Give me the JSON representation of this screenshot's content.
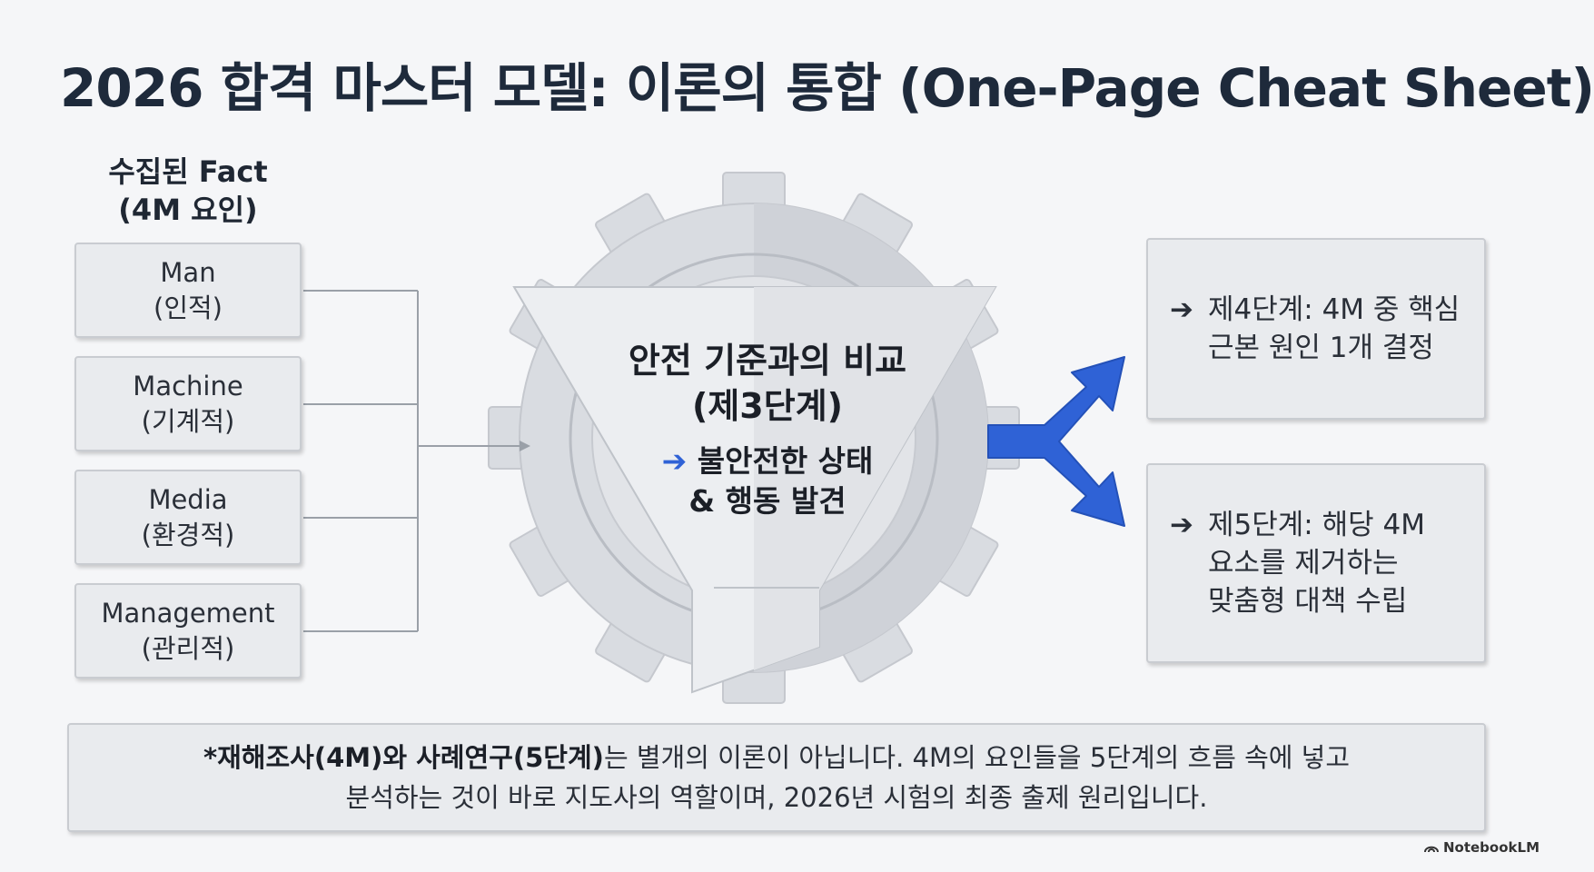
{
  "title": "2026 합격 마스터 모델: 이론의 통합 (One-Page Cheat Sheet)",
  "facts": {
    "header_line1": "수집된 Fact",
    "header_line2": "(4M 요인)",
    "items": [
      {
        "name": "Man",
        "sub": "(인적)"
      },
      {
        "name": "Machine",
        "sub": "(기계적)"
      },
      {
        "name": "Media",
        "sub": "(환경적)"
      },
      {
        "name": "Management",
        "sub": "(관리적)"
      }
    ]
  },
  "funnel": {
    "title_line1": "안전 기준과의 비교",
    "title_line2": "(제3단계)",
    "arrow": "➔",
    "result_line1": "불안전한 상태",
    "result_line2": "& 행동 발견"
  },
  "results": [
    {
      "arrow": "➔",
      "line1": "제4단계: 4M 중 핵심",
      "line2": "근본 원인 1개 결정"
    },
    {
      "arrow": "➔",
      "line1": "제5단계: 해당 4M",
      "line2": "요소를 제거하는",
      "line3": "맞춤형 대책 수립"
    }
  ],
  "note": {
    "bold_part1": "*재해조사(4M)와 사례연구(5단계)",
    "rest_line1": "는 별개의 이론이 아닙니다. 4M의 요인들을 5단계의 흐름 속에 넣고",
    "line2": "분석하는 것이 바로 지도사의 역할이며, 2026년 시험의 최종 출제 원리입니다."
  },
  "brand": "NotebookLM",
  "colors": {
    "accent_blue": "#2f62d6",
    "gear": "#d9dce1",
    "funnel": "#e4e6ea"
  }
}
